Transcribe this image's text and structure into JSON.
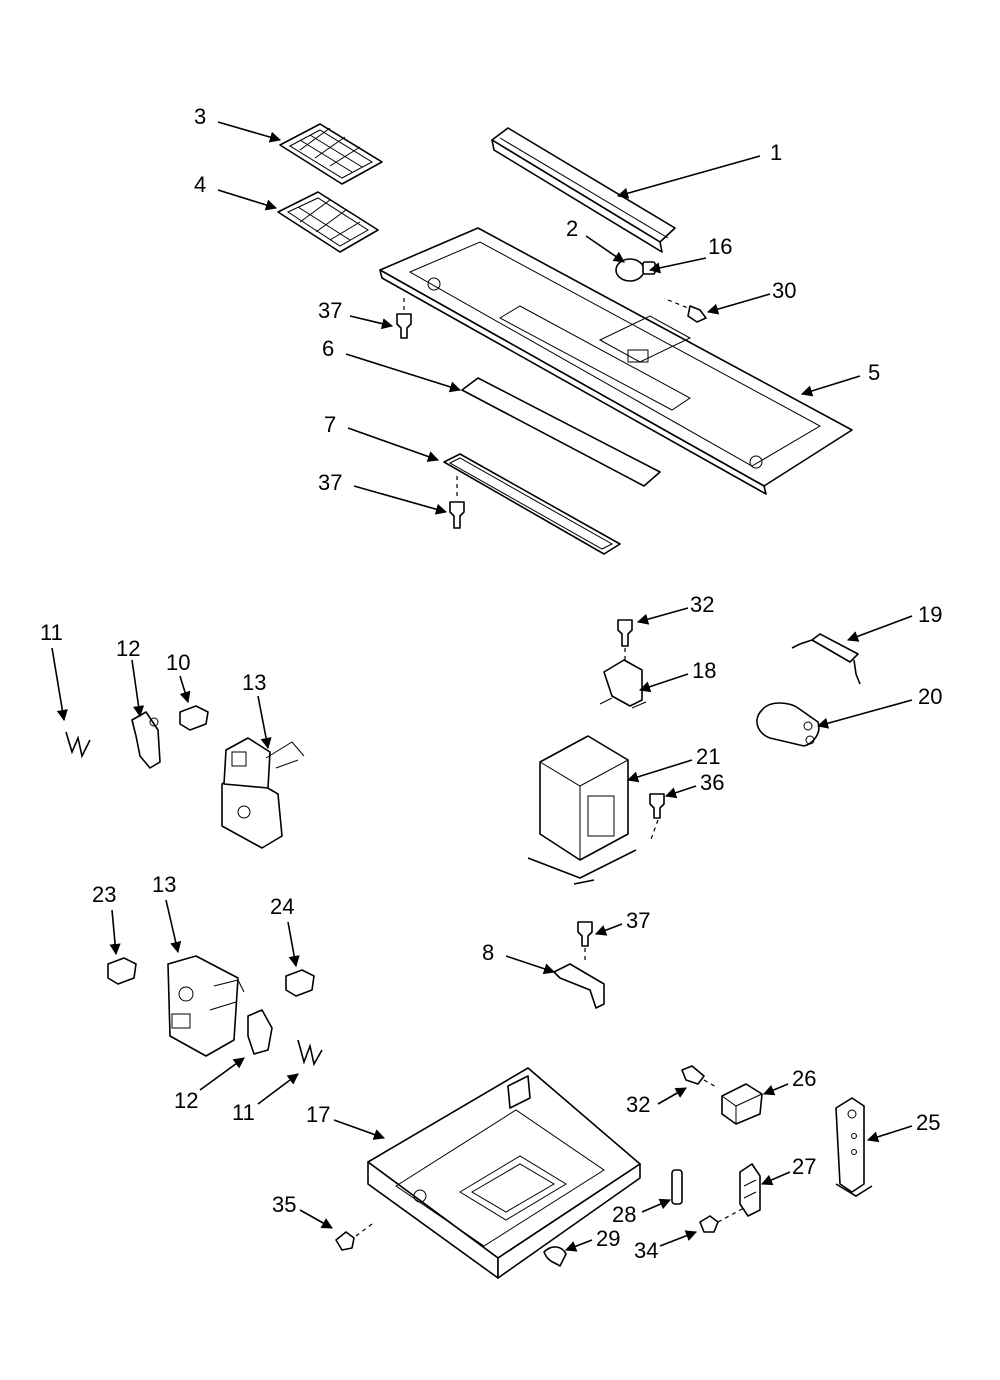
{
  "callouts": {
    "c1": "1",
    "c2": "2",
    "c3": "3",
    "c4": "4",
    "c5": "5",
    "c6": "6",
    "c7": "7",
    "c8": "8",
    "c10": "10",
    "c11a": "11",
    "c11b": "11",
    "c12a": "12",
    "c12b": "12",
    "c13a": "13",
    "c13b": "13",
    "c16": "16",
    "c17": "17",
    "c18": "18",
    "c19": "19",
    "c20": "20",
    "c21": "21",
    "c23": "23",
    "c24": "24",
    "c25": "25",
    "c26": "26",
    "c27": "27",
    "c28": "28",
    "c29": "29",
    "c30": "30",
    "c32a": "32",
    "c32b": "32",
    "c34": "34",
    "c35": "35",
    "c36": "36",
    "c37a": "37",
    "c37b": "37",
    "c37c": "37"
  },
  "style": {
    "line_color": "#000000",
    "background": "#ffffff"
  }
}
